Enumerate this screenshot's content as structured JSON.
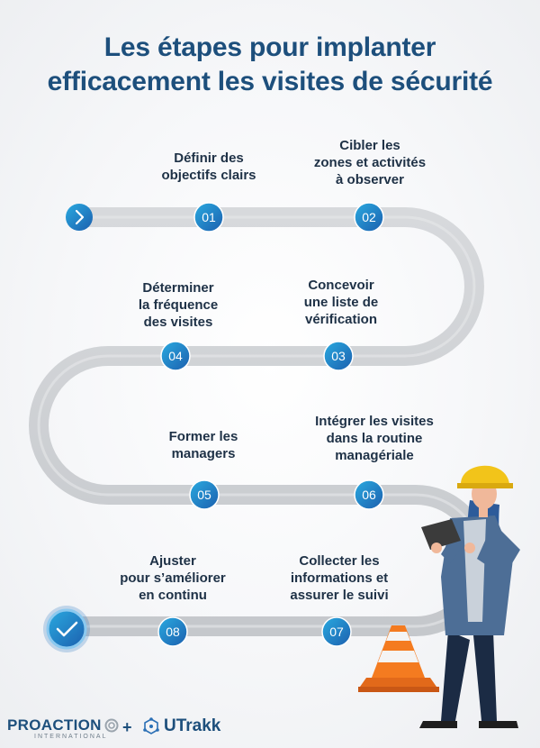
{
  "title": {
    "line1": "Les étapes pour implanter",
    "line2": "efficacement les visites de sécurité"
  },
  "steps": [
    {
      "number": "01",
      "lines": [
        "Définir des",
        "objectifs clairs"
      ]
    },
    {
      "number": "02",
      "lines": [
        "Cibler les",
        "zones et activités",
        "à observer"
      ]
    },
    {
      "number": "03",
      "lines": [
        "Concevoir",
        "une liste de",
        "vérification"
      ]
    },
    {
      "number": "04",
      "lines": [
        "Déterminer",
        "la fréquence",
        "des visites"
      ]
    },
    {
      "number": "05",
      "lines": [
        "Former les",
        "managers"
      ]
    },
    {
      "number": "06",
      "lines": [
        "Intégrer les visites",
        "dans la routine",
        "managériale"
      ]
    },
    {
      "number": "07",
      "lines": [
        "Collecter les",
        "informations et",
        "assurer le suivi"
      ]
    },
    {
      "number": "08",
      "lines": [
        "Ajuster",
        "pour s’améliorer",
        "en continu"
      ]
    }
  ],
  "start_icon": "chevron-right-icon",
  "end_icon": "checkmark-icon",
  "footer": {
    "proaction_name": "PROACTION",
    "proaction_sub": "INTERNATIONAL",
    "plus": "+",
    "utrakk_name": "UTrakk"
  },
  "colors": {
    "title": "#1d4f7c",
    "road": "#cfd1d4",
    "marker_light": "#2aaae0",
    "marker_dark": "#1c5fae",
    "cone": "#f47b20",
    "helmet": "#f2c41a"
  }
}
